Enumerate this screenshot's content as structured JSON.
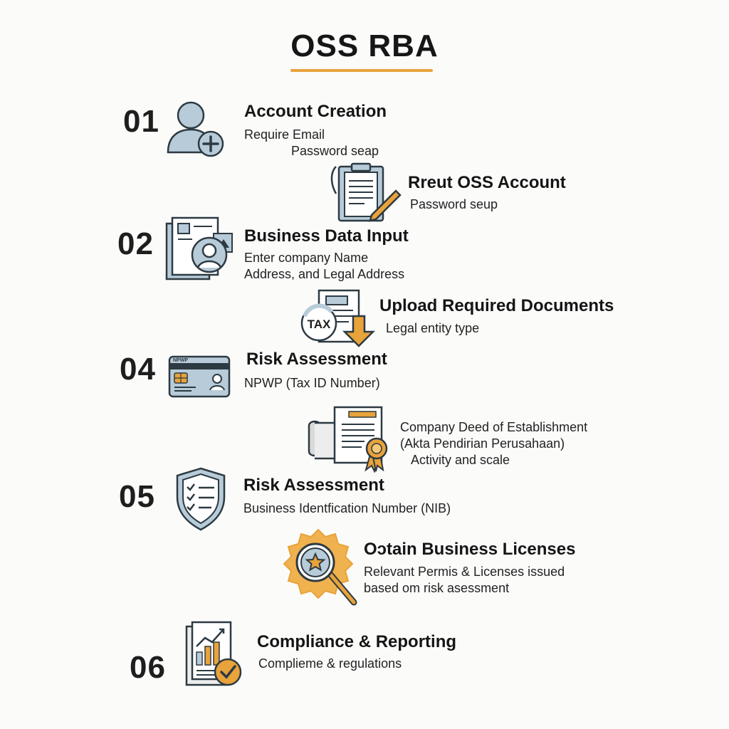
{
  "title": "OSS RBA",
  "colors": {
    "accent": "#e8a33a",
    "icon_fill": "#b7cbd8",
    "icon_stroke": "#2d3a42"
  },
  "steps": [
    {
      "number": "01",
      "heading": "Account Creation",
      "lines": [
        "Require Email",
        "Password seap"
      ],
      "icon": "user-add-icon"
    },
    {
      "number": "",
      "heading": "Rreut OSS Account",
      "lines": [
        "Password seup"
      ],
      "icon": "clipboard-pen-icon"
    },
    {
      "number": "02",
      "heading": "Business Data Input",
      "lines": [
        "Enter company Name",
        "Address, and Legal Address"
      ],
      "icon": "document-profile-icon"
    },
    {
      "number": "",
      "heading": "Upload Required Documents",
      "lines": [
        "Legal entity type"
      ],
      "icon": "tax-upload-icon",
      "icon_text": "TAX"
    },
    {
      "number": "04",
      "heading": "Risk Assessment",
      "lines": [
        "NPWP (Tax ID Number)"
      ],
      "icon": "id-card-icon",
      "icon_text": "NPWP"
    },
    {
      "number": "",
      "heading": "",
      "lines": [
        "Company Deed of Establishment",
        "(Akta Pendirian Perusahaan)",
        "Activity and scale"
      ],
      "icon": "deed-certificate-icon"
    },
    {
      "number": "05",
      "heading": "Risk Assessment",
      "lines": [
        "Business Identfication Number (NIB)"
      ],
      "icon": "shield-checklist-icon"
    },
    {
      "number": "",
      "heading": "Oɔtain Business Licenses",
      "lines": [
        "Relevant Permis & Licenses issued",
        "based om risk asessment"
      ],
      "icon": "badge-magnifier-icon"
    },
    {
      "number": "06",
      "heading": "Compliance & Reporting",
      "lines": [
        "Complieme & regulations"
      ],
      "icon": "report-check-icon"
    }
  ]
}
